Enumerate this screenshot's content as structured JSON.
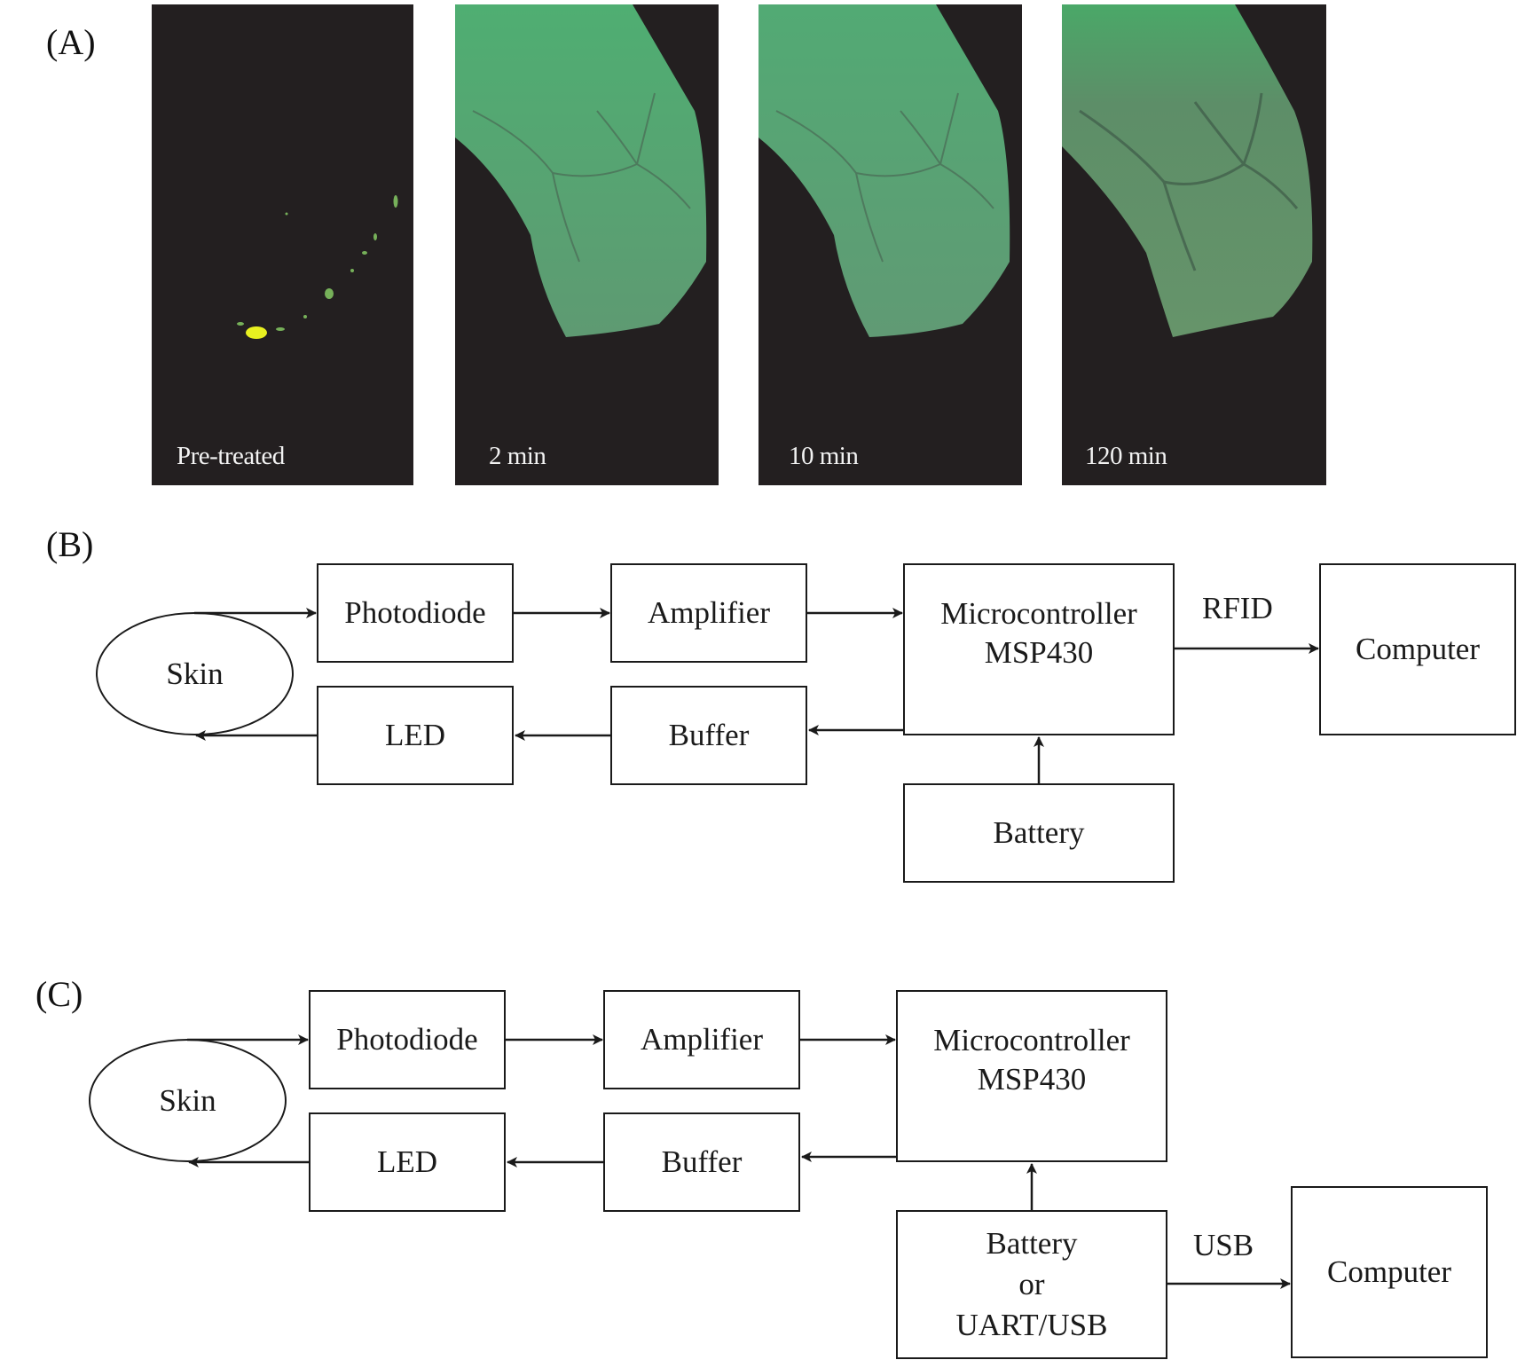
{
  "panels": {
    "a": {
      "label": "(A)",
      "images": [
        {
          "caption": "Pre-treated",
          "state": "dark-background-sparse-yellow-green-speckles"
        },
        {
          "caption": "2 min",
          "state": "bright-green-fluorescent-tissue"
        },
        {
          "caption": "10 min",
          "state": "green-fluorescent-tissue"
        },
        {
          "caption": "120 min",
          "state": "dimmer-green-fluorescent-tissue"
        }
      ]
    },
    "b": {
      "label": "(B)",
      "nodes": {
        "skin": "Skin",
        "photodiode": "Photodiode",
        "amplifier": "Amplifier",
        "led": "LED",
        "buffer": "Buffer",
        "microcontroller": "Microcontroller\nMSP430",
        "battery": "Battery",
        "computer": "Computer"
      },
      "link_label": "RFID"
    },
    "c": {
      "label": "(C)",
      "nodes": {
        "skin": "Skin",
        "photodiode": "Photodiode",
        "amplifier": "Amplifier",
        "led": "LED",
        "buffer": "Buffer",
        "microcontroller": "Microcontroller\nMSP430",
        "power": "Battery\nor\nUART/USB",
        "computer": "Computer"
      },
      "link_label": "USB"
    }
  },
  "colors": {
    "photo_background": "#231f20",
    "fluorescence_green": "#5fa878",
    "fluorescence_yellow": "#e8f020",
    "line": "#1a1a1a"
  }
}
